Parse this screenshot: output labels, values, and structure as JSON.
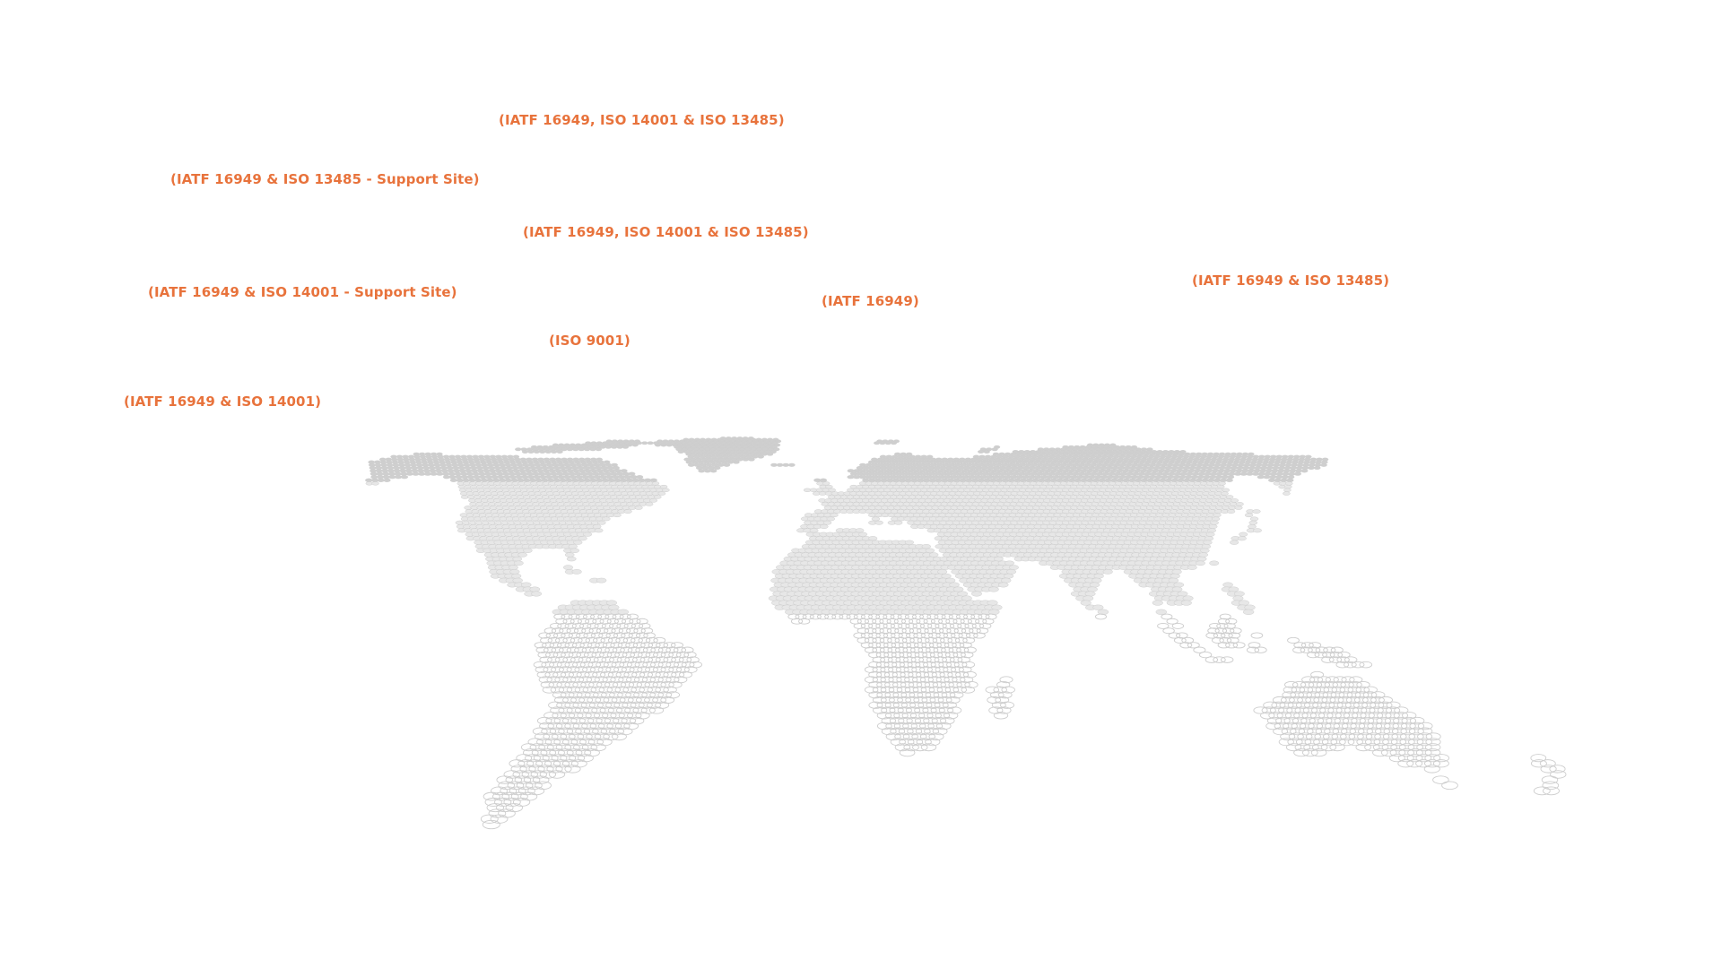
{
  "colors": {
    "background": "#ffffff",
    "label": "#e8733c",
    "dot_near": "#e7e7e7",
    "dot_far": "#cfcfcf",
    "dot_outline": "#cdcdcd"
  },
  "certification_labels": [
    {
      "id": "a",
      "text": "(IATF 16949, ISO 14001 & ISO 13485)"
    },
    {
      "id": "b",
      "text": "(IATF 16949 & ISO 13485 - Support Site)"
    },
    {
      "id": "c",
      "text": "(IATF 16949, ISO 14001 & ISO 13485)"
    },
    {
      "id": "d",
      "text": "(IATF 16949 & ISO 13485)"
    },
    {
      "id": "e",
      "text": "(IATF 16949 & ISO 14001 - Support Site)"
    },
    {
      "id": "f",
      "text": "(IATF 16949)"
    },
    {
      "id": "g",
      "text": "(ISO 9001)"
    },
    {
      "id": "h",
      "text": "(IATF 16949 & ISO 14001)"
    }
  ]
}
